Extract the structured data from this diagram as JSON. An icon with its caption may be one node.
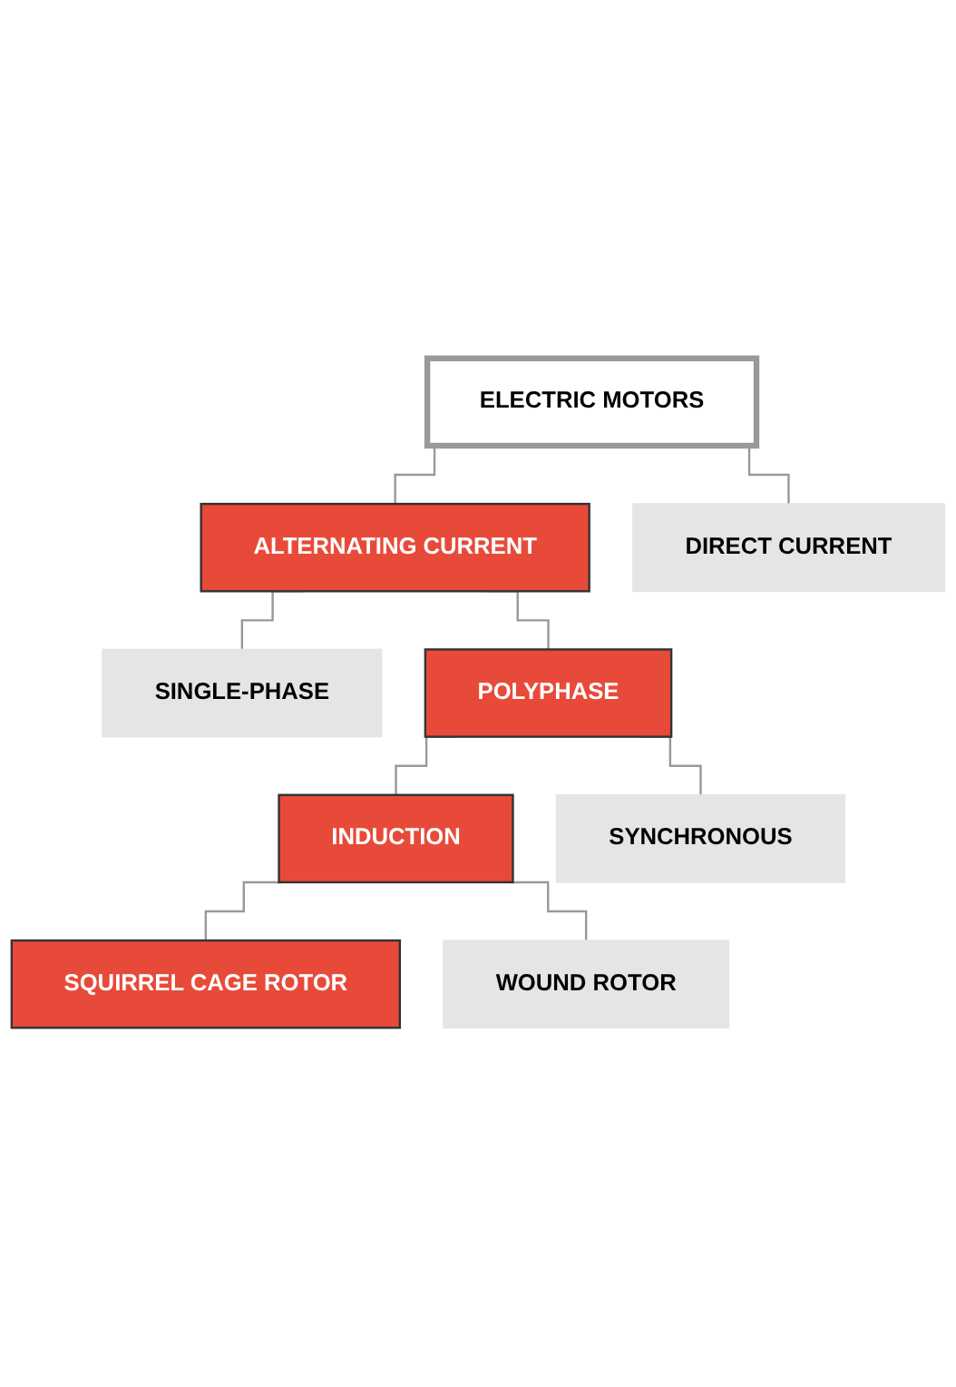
{
  "diagram": {
    "nodes": [
      {
        "text": [
          "ELECTRIC MOTORS"
        ]
      },
      {
        "text": [
          "ALTERNATING CURRENT"
        ]
      },
      {
        "text": [
          "DIRECT CURRENT"
        ]
      },
      {
        "text": [
          "SINGLE-PHASE"
        ]
      },
      {
        "text": [
          "POLYPHASE"
        ]
      },
      {
        "text": [
          "INDUCTION"
        ]
      },
      {
        "text": [
          "SYNCHRONOUS"
        ]
      },
      {
        "text": [
          "SQUIRREL CAGE ROTOR"
        ]
      },
      {
        "text": [
          "WOUND ROTOR"
        ]
      }
    ],
    "edges": [
      {
        "from": 0,
        "to": 1,
        "arrow": "none"
      },
      {
        "from": 0,
        "to": 2,
        "arrow": "none"
      },
      {
        "from": 1,
        "to": 3,
        "arrow": "none"
      },
      {
        "from": 1,
        "to": 4,
        "arrow": "none"
      },
      {
        "from": 4,
        "to": 5,
        "arrow": "none"
      },
      {
        "from": 4,
        "to": 6,
        "arrow": "none"
      },
      {
        "from": 5,
        "to": 7,
        "arrow": "none"
      },
      {
        "from": 5,
        "to": 8,
        "arrow": "none"
      }
    ]
  }
}
